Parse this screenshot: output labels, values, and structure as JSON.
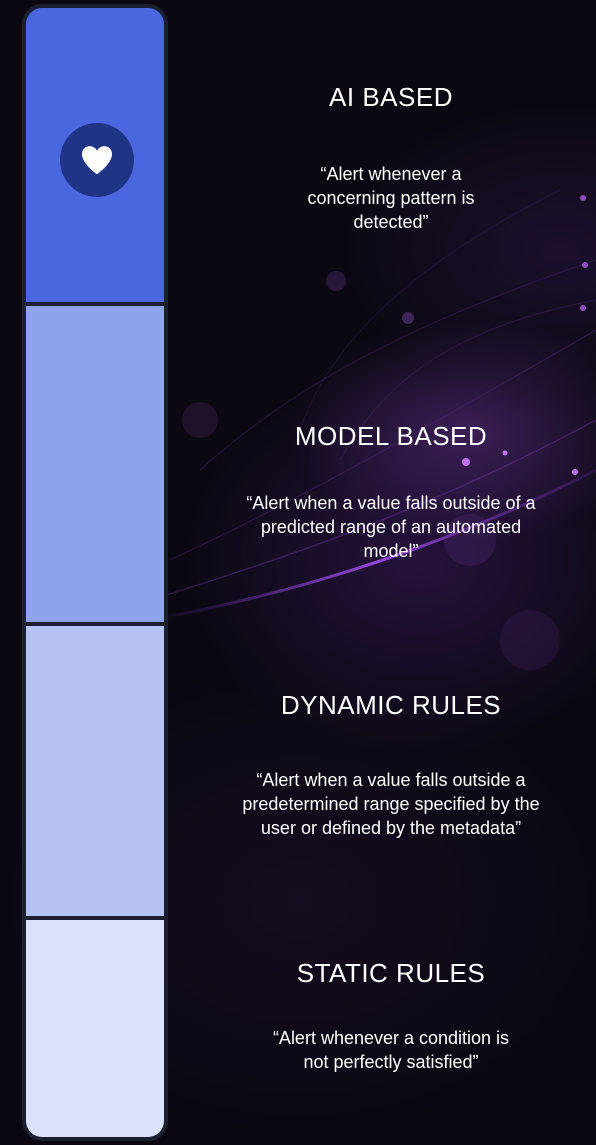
{
  "colors": {
    "ai_based": "#4a67e0",
    "model_based": "#8ea3ee",
    "dynamic_rules": "#b5c2f3",
    "static_rules": "#dce2fb",
    "badge": "#1f3484"
  },
  "bar": {
    "icon": "heart-icon"
  },
  "tiers": [
    {
      "title": "AI BASED",
      "description": [
        "“Alert whenever a",
        "concerning pattern is",
        "detected”"
      ]
    },
    {
      "title": "MODEL BASED",
      "description": [
        "“Alert when a value falls outside of a",
        "predicted range of an automated",
        "model”"
      ]
    },
    {
      "title": "DYNAMIC RULES",
      "description": [
        "“Alert when a value falls outside a",
        "predetermined range specified by the",
        "user or defined by the metadata”"
      ]
    },
    {
      "title": "STATIC RULES",
      "description": [
        "“Alert whenever a condition is",
        "not perfectly satisfied”"
      ]
    }
  ]
}
